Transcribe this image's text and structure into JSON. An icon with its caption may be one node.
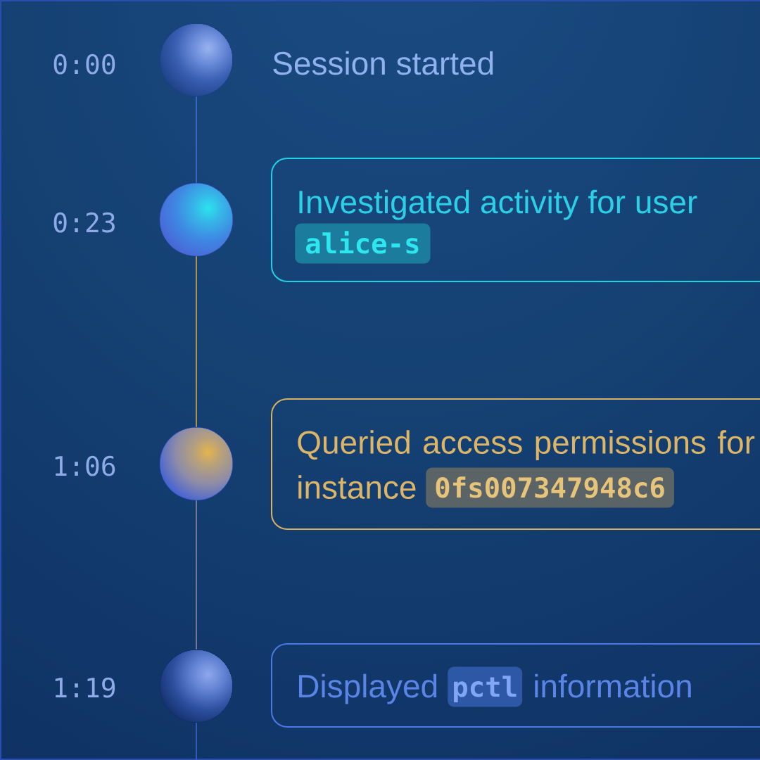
{
  "diagram": {
    "nodes": [
      {
        "text": [],
        "shape": "circle",
        "beside": [
          "0:00",
          "Session started"
        ]
      },
      {
        "text": [],
        "shape": "circle",
        "beside": [
          "0:23"
        ]
      },
      {
        "text": [
          "Investigated activity for user"
        ]
      },
      {
        "text": [
          "alice-s"
        ],
        "in": 2
      },
      {
        "text": [],
        "shape": "circle",
        "beside": [
          "1:06"
        ]
      },
      {
        "text": [
          "Queried access permissions for instance"
        ]
      },
      {
        "text": [
          "0fs007347948c6"
        ],
        "in": 5
      },
      {
        "text": [],
        "shape": "circle",
        "beside": [
          "1:19"
        ]
      },
      {
        "text": [
          "Displayed",
          "information"
        ]
      },
      {
        "text": [
          "pctl"
        ],
        "in": 8
      }
    ],
    "edges": [
      {
        "from": 0,
        "to": 1,
        "arrow": "none",
        "color": "#3f6fd8"
      },
      {
        "from": 1,
        "to": 4,
        "arrow": "none",
        "color": "#d0a840"
      },
      {
        "from": 4,
        "to": 7,
        "arrow": "none",
        "color": "#8c86a8"
      },
      {
        "from": 7,
        "to": null,
        "arrow": "none",
        "color": "#3f62d6"
      }
    ]
  }
}
